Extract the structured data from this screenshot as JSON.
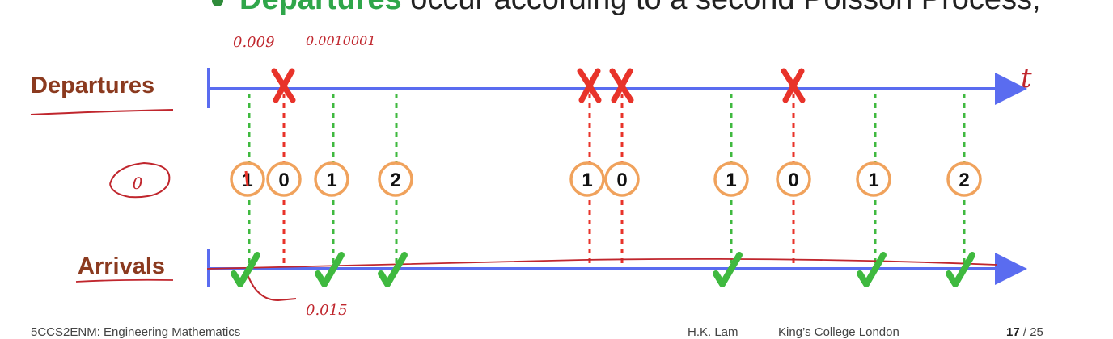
{
  "bullet": {
    "highlight": "Departures",
    "text": " occur according to a second Poisson Process;"
  },
  "labels": {
    "departures": "Departures",
    "arrivals": "Arrivals",
    "axis_var": "t"
  },
  "queue_counts": [
    "1",
    "0",
    "1",
    "2",
    "1",
    "0",
    "1",
    "0",
    "1",
    "2"
  ],
  "annotations": {
    "top_left": "0.009",
    "top_right": "0.0010001",
    "bottom": "0.015",
    "circled": "0"
  },
  "footer": {
    "course": "5CCS2ENM: Engineering Mathematics",
    "author": "H.K. Lam",
    "institution": "King’s College London",
    "page": "17",
    "total": "/ 25"
  },
  "colors": {
    "axis": "#5a6cf0",
    "departure": "#e8332a",
    "arrival": "#3fb93f",
    "circle": "#f0a25c",
    "label": "#8b3a1f",
    "ink": "#c0262d"
  },
  "icons": {
    "departure_mark": "cross-icon",
    "arrival_mark": "check-icon"
  }
}
